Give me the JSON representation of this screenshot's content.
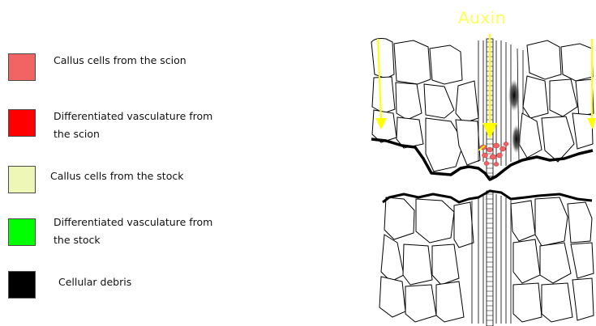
{
  "legend": {
    "items": [
      {
        "lines": [
          "Callus cells from the scion"
        ],
        "color": "#f26363"
      },
      {
        "lines": [
          "Differentiated  vasculature from",
          "the scion"
        ],
        "color": "#ff0000"
      },
      {
        "lines": [
          "Callus cells from the stock"
        ],
        "color": "#eef7b5"
      },
      {
        "lines": [
          "Differentiated vasculature from",
          "the stock"
        ],
        "color": "#00ff00"
      },
      {
        "lines": [
          "Cellular debris"
        ],
        "color": "#000000"
      }
    ]
  },
  "diagram": {
    "auxin_label": "Auxin",
    "auxin_color": "#ffff00"
  }
}
